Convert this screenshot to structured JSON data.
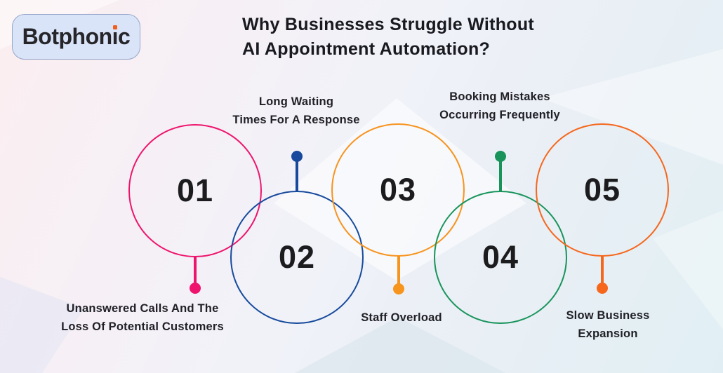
{
  "header": {
    "title_line1": "Why Businesses Struggle Without",
    "title_line2": "AI Appointment Automation?"
  },
  "logo": {
    "text": "Botphonic",
    "text_main": "Botphon",
    "text_i": "ı",
    "text_end": "c",
    "i_dot_color": "#f15f1e",
    "badge_bg": "#d9e4f8",
    "badge_border": "#97a7c9"
  },
  "items": [
    {
      "number": "01",
      "color": "#ee146d",
      "label": "Unanswered Calls And The Loss Of Potential Customers",
      "label_lines": [
        "Unanswered Calls And The",
        "Loss Of Potential Customers"
      ],
      "label_position": "below"
    },
    {
      "number": "02",
      "color": "#174a9c",
      "label": "Long Waiting Times For A Response",
      "label_lines": [
        "Long Waiting",
        "Times For A Response"
      ],
      "label_position": "above"
    },
    {
      "number": "03",
      "color": "#f7941e",
      "label": "Staff Overload",
      "label_lines": [
        "Staff Overload"
      ],
      "label_position": "below"
    },
    {
      "number": "04",
      "color": "#18945b",
      "label": "Booking Mistakes Occurring Frequently",
      "label_lines": [
        "Booking Mistakes",
        "Occurring Frequently"
      ],
      "label_position": "above"
    },
    {
      "number": "05",
      "color": "#f6671c",
      "label": "Slow Business Expansion",
      "label_lines": [
        "Slow Business",
        "Expansion"
      ],
      "label_position": "below"
    }
  ]
}
